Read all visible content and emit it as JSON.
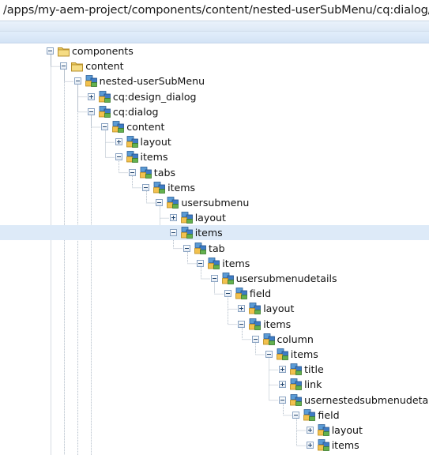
{
  "path": "/apps/my-aem-project/components/content/nested-userSubMenu/cq:dialog/content/items/tabs/items/usersubmenu/items/tab/items",
  "tree": {
    "nodes": [
      {
        "label": "components",
        "depth": 0,
        "icon": "folder-icon",
        "toggle": "minus"
      },
      {
        "label": "content",
        "depth": 1,
        "icon": "folder-icon",
        "toggle": "minus"
      },
      {
        "label": "nested-userSubMenu",
        "depth": 2,
        "icon": "node-icon",
        "toggle": "minus"
      },
      {
        "label": "cq:design_dialog",
        "depth": 3,
        "icon": "node-icon",
        "toggle": "plus"
      },
      {
        "label": "cq:dialog",
        "depth": 3,
        "icon": "node-icon",
        "toggle": "minus"
      },
      {
        "label": "content",
        "depth": 4,
        "icon": "node-icon",
        "toggle": "minus"
      },
      {
        "label": "layout",
        "depth": 5,
        "icon": "node-icon",
        "toggle": "plus"
      },
      {
        "label": "items",
        "depth": 5,
        "icon": "node-icon",
        "toggle": "minus"
      },
      {
        "label": "tabs",
        "depth": 6,
        "icon": "node-icon",
        "toggle": "minus"
      },
      {
        "label": "items",
        "depth": 7,
        "icon": "node-icon",
        "toggle": "minus"
      },
      {
        "label": "usersubmenu",
        "depth": 8,
        "icon": "node-icon",
        "toggle": "minus"
      },
      {
        "label": "layout",
        "depth": 9,
        "icon": "node-icon",
        "toggle": "plus"
      },
      {
        "label": "items",
        "depth": 9,
        "icon": "node-icon",
        "toggle": "minus",
        "selected": true
      },
      {
        "label": "tab",
        "depth": 10,
        "icon": "node-icon",
        "toggle": "minus"
      },
      {
        "label": "items",
        "depth": 11,
        "icon": "node-icon",
        "toggle": "minus"
      },
      {
        "label": "usersubmenudetails",
        "depth": 12,
        "icon": "node-icon",
        "toggle": "minus"
      },
      {
        "label": "field",
        "depth": 13,
        "icon": "node-icon",
        "toggle": "minus"
      },
      {
        "label": "layout",
        "depth": 14,
        "icon": "node-icon",
        "toggle": "plus"
      },
      {
        "label": "items",
        "depth": 14,
        "icon": "node-icon",
        "toggle": "minus"
      },
      {
        "label": "column",
        "depth": 15,
        "icon": "node-icon",
        "toggle": "minus"
      },
      {
        "label": "items",
        "depth": 16,
        "icon": "node-icon",
        "toggle": "minus"
      },
      {
        "label": "title",
        "depth": 17,
        "icon": "node-icon",
        "toggle": "plus"
      },
      {
        "label": "link",
        "depth": 17,
        "icon": "node-icon",
        "toggle": "plus"
      },
      {
        "label": "usernestedsubmenudetails",
        "depth": 17,
        "icon": "node-icon",
        "toggle": "minus"
      },
      {
        "label": "field",
        "depth": 18,
        "icon": "node-icon",
        "toggle": "minus"
      },
      {
        "label": "layout",
        "depth": 19,
        "icon": "node-icon",
        "toggle": "plus"
      },
      {
        "label": "items",
        "depth": 19,
        "icon": "node-icon",
        "toggle": "plus"
      }
    ]
  }
}
